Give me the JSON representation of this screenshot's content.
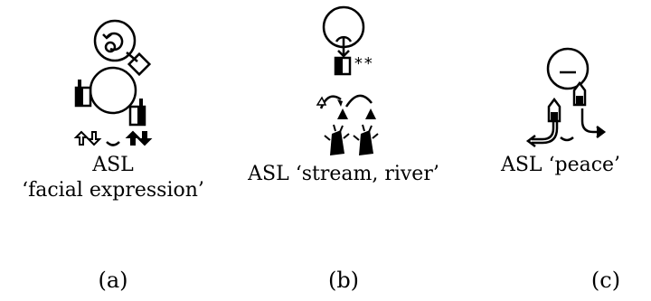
{
  "panels": [
    {
      "id": "a",
      "label": "(a)",
      "caption_lines": [
        "ASL",
        "‘facial expression’"
      ]
    },
    {
      "id": "b",
      "label": "(b)",
      "caption_lines": [
        "ASL ‘stream, river’"
      ]
    },
    {
      "id": "c",
      "label": "(c)",
      "caption_lines": [
        "ASL ‘peace’"
      ]
    }
  ],
  "colors": {
    "ink": "#000000",
    "paper": "#ffffff"
  }
}
